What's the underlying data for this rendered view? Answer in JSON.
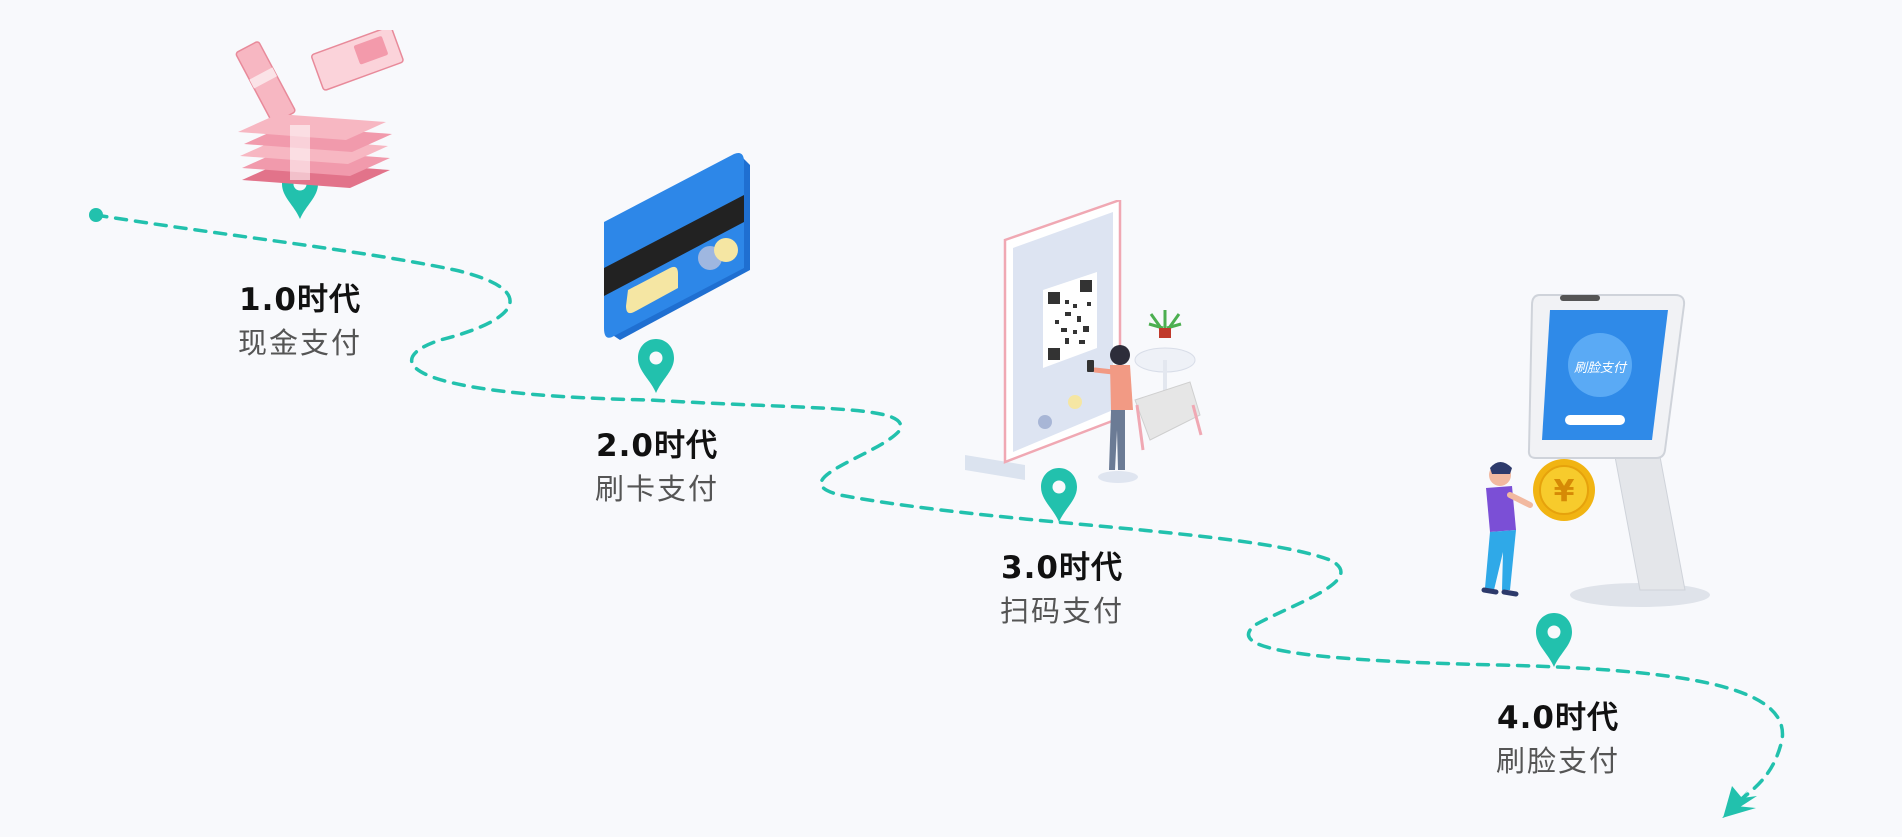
{
  "colors": {
    "accent": "#22c1ad",
    "background": "#f8f9fc",
    "title": "#111111",
    "subtitle": "#555555"
  },
  "eras": [
    {
      "title": "1.0时代",
      "subtitle": "现金支付",
      "icon": "cash-stack-icon"
    },
    {
      "title": "2.0时代",
      "subtitle": "刷卡支付",
      "icon": "bank-card-icon"
    },
    {
      "title": "3.0时代",
      "subtitle": "扫码支付",
      "icon": "qr-code-stand-icon"
    },
    {
      "title": "4.0时代",
      "subtitle": "刷脸支付",
      "icon": "face-pay-kiosk-icon"
    }
  ],
  "kiosk_screen_text": "刷脸支付",
  "coin_symbol": "¥"
}
